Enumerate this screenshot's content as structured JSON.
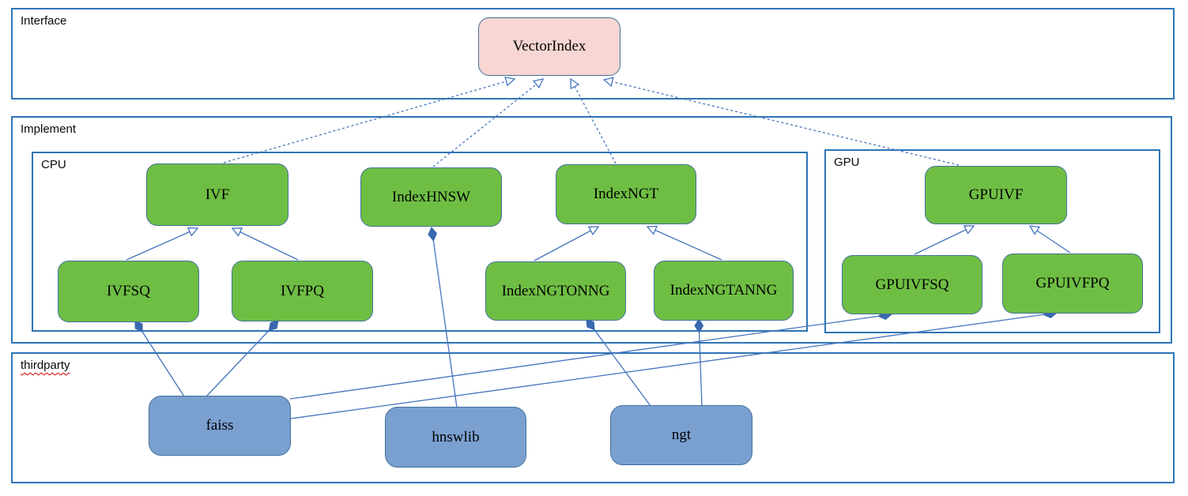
{
  "diagram": {
    "groups": {
      "interface": {
        "label": "Interface"
      },
      "implement": {
        "label": "Implement"
      },
      "cpu": {
        "label": "CPU"
      },
      "gpu": {
        "label": "GPU"
      },
      "thirdparty": {
        "label": "thirdparty"
      }
    },
    "nodes": {
      "vectorindex": {
        "label": "VectorIndex",
        "group": "interface"
      },
      "ivf": {
        "label": "IVF",
        "group": "cpu"
      },
      "indexhnsw": {
        "label": "IndexHNSW",
        "group": "cpu"
      },
      "indexngt": {
        "label": "IndexNGT",
        "group": "cpu"
      },
      "ivfsq": {
        "label": "IVFSQ",
        "group": "cpu"
      },
      "ivfpq": {
        "label": "IVFPQ",
        "group": "cpu"
      },
      "indexngtonng": {
        "label": "IndexNGTONNG",
        "group": "cpu"
      },
      "indexngtanng": {
        "label": "IndexNGTANNG",
        "group": "cpu"
      },
      "gpuivf": {
        "label": "GPUIVF",
        "group": "gpu"
      },
      "gpuivfsq": {
        "label": "GPUIVFSQ",
        "group": "gpu"
      },
      "gpuivfpq": {
        "label": "GPUIVFPQ",
        "group": "gpu"
      },
      "faiss": {
        "label": "faiss",
        "group": "thirdparty"
      },
      "hnswlib": {
        "label": "hnswlib",
        "group": "thirdparty"
      },
      "ngt": {
        "label": "ngt",
        "group": "thirdparty"
      }
    },
    "edges": [
      {
        "from": "IVF",
        "to": "VectorIndex",
        "type": "dashed-generalization"
      },
      {
        "from": "IndexHNSW",
        "to": "VectorIndex",
        "type": "dashed-generalization"
      },
      {
        "from": "IndexNGT",
        "to": "VectorIndex",
        "type": "dashed-generalization"
      },
      {
        "from": "GPUIVF",
        "to": "VectorIndex",
        "type": "dashed-generalization"
      },
      {
        "from": "IVFSQ",
        "to": "IVF",
        "type": "generalization"
      },
      {
        "from": "IVFPQ",
        "to": "IVF",
        "type": "generalization"
      },
      {
        "from": "IndexNGTONNG",
        "to": "IndexNGT",
        "type": "generalization"
      },
      {
        "from": "IndexNGTANNG",
        "to": "IndexNGT",
        "type": "generalization"
      },
      {
        "from": "GPUIVFSQ",
        "to": "GPUIVF",
        "type": "generalization"
      },
      {
        "from": "GPUIVFPQ",
        "to": "GPUIVF",
        "type": "generalization"
      },
      {
        "from": "IndexHNSW",
        "to": "hnswlib",
        "type": "composition"
      },
      {
        "from": "IVFSQ",
        "to": "faiss",
        "type": "composition"
      },
      {
        "from": "IVFPQ",
        "to": "faiss",
        "type": "composition"
      },
      {
        "from": "IndexNGTONNG",
        "to": "ngt",
        "type": "composition"
      },
      {
        "from": "IndexNGTANNG",
        "to": "ngt",
        "type": "composition"
      },
      {
        "from": "GPUIVFSQ",
        "to": "faiss",
        "type": "composition"
      },
      {
        "from": "GPUIVFPQ",
        "to": "faiss",
        "type": "composition"
      }
    ],
    "colors": {
      "container_border": "#2e74b5",
      "node_border": "#41719c",
      "interface_node_fill": "#f8d6d3",
      "implement_node_fill": "#6fbe44",
      "thirdparty_node_fill": "#7aa0d0",
      "connector": "#4575bd",
      "composition_diamond": "#3a68ae",
      "spellcheck_underline": "#d40000",
      "text": "#000000"
    }
  }
}
